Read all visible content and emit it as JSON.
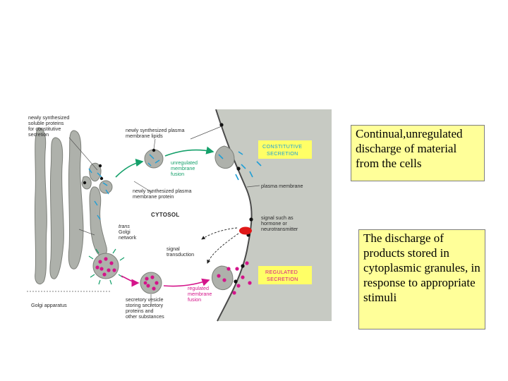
{
  "diagram": {
    "labels": {
      "constitutive_proteins": [
        "newly synthesized",
        "soluble proteins",
        "for constitutive",
        "secretion"
      ],
      "plasma_lipids": [
        "newly synthesized plasma",
        "membrane lipids"
      ],
      "unregulated_fusion": [
        "unregulated",
        "membrane",
        "fusion"
      ],
      "constitutive_secretion": [
        "CONSTITUTIVE",
        "SECRETION"
      ],
      "plasma_membrane": "plasma membrane",
      "plasma_protein": [
        "newly synthesized plasma",
        "membrane protein"
      ],
      "cytosol": "CYTOSOL",
      "trans_golgi": [
        "trans",
        "Golgi",
        "network"
      ],
      "signal": [
        "signal such as",
        "hormone or",
        "neurotransmitter"
      ],
      "signal_transduction": [
        "signal",
        "transduction"
      ],
      "regulated_secretion": [
        "REGULATED",
        "SECRETION"
      ],
      "regulated_fusion": [
        "regulated",
        "membrane",
        "fusion"
      ],
      "secretory_vesicle": [
        "secretory vesicle",
        "storing secretory",
        "proteins and",
        "other substances"
      ],
      "golgi_apparatus": "Golgi apparatus"
    },
    "colors": {
      "cell_exterior": "#c7cac3",
      "golgi": "#aeb1ab",
      "constitutive_accent": "#1f9fd6",
      "regulated_accent": "#d4148a",
      "arrow_green": "#14a06a",
      "signal_red": "#e01818",
      "note_fill": "#ffff99"
    }
  },
  "notes": {
    "constitutive": "Continual,unregulated discharge of material from the cells",
    "regulated": "The discharge of products stored in cytoplasmic granules, in response to appropriate stimuli"
  }
}
